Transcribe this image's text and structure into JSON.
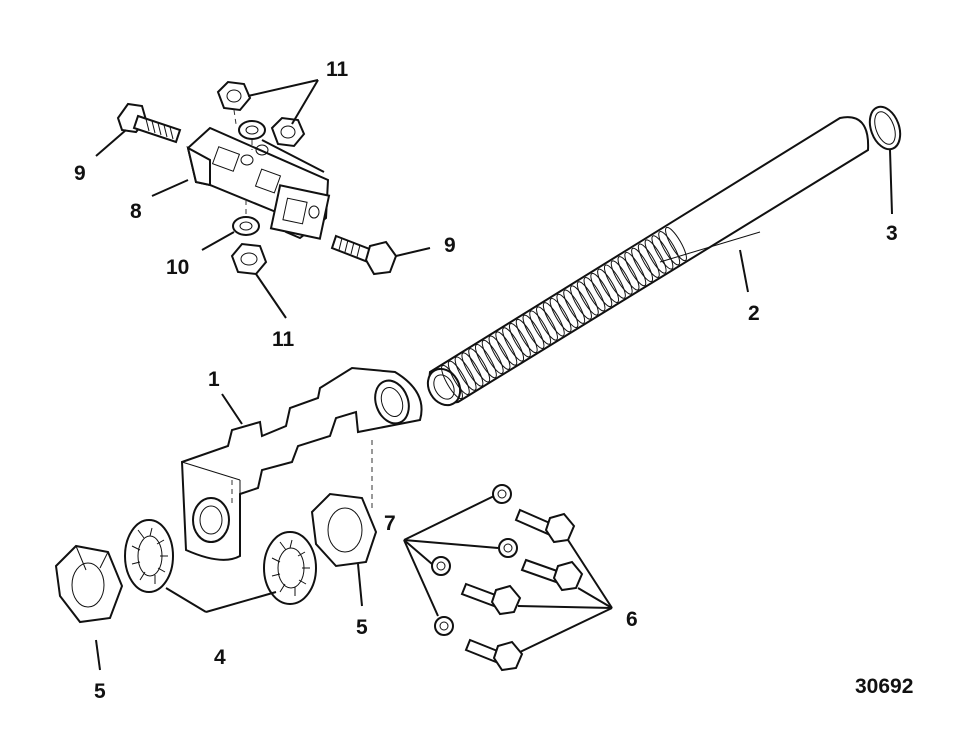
{
  "figure": {
    "drawing_number": "30692",
    "callouts": [
      {
        "id": "cl-1",
        "text": "1"
      },
      {
        "id": "cl-2",
        "text": "2"
      },
      {
        "id": "cl-3",
        "text": "3"
      },
      {
        "id": "cl-4",
        "text": "4"
      },
      {
        "id": "cl-5a",
        "text": "5"
      },
      {
        "id": "cl-5b",
        "text": "5"
      },
      {
        "id": "cl-6",
        "text": "6"
      },
      {
        "id": "cl-7",
        "text": "7"
      },
      {
        "id": "cl-8",
        "text": "8"
      },
      {
        "id": "cl-9a",
        "text": "9"
      },
      {
        "id": "cl-9b",
        "text": "9"
      },
      {
        "id": "cl-10",
        "text": "10"
      },
      {
        "id": "cl-11a",
        "text": "11"
      },
      {
        "id": "cl-11b",
        "text": "11"
      }
    ]
  }
}
